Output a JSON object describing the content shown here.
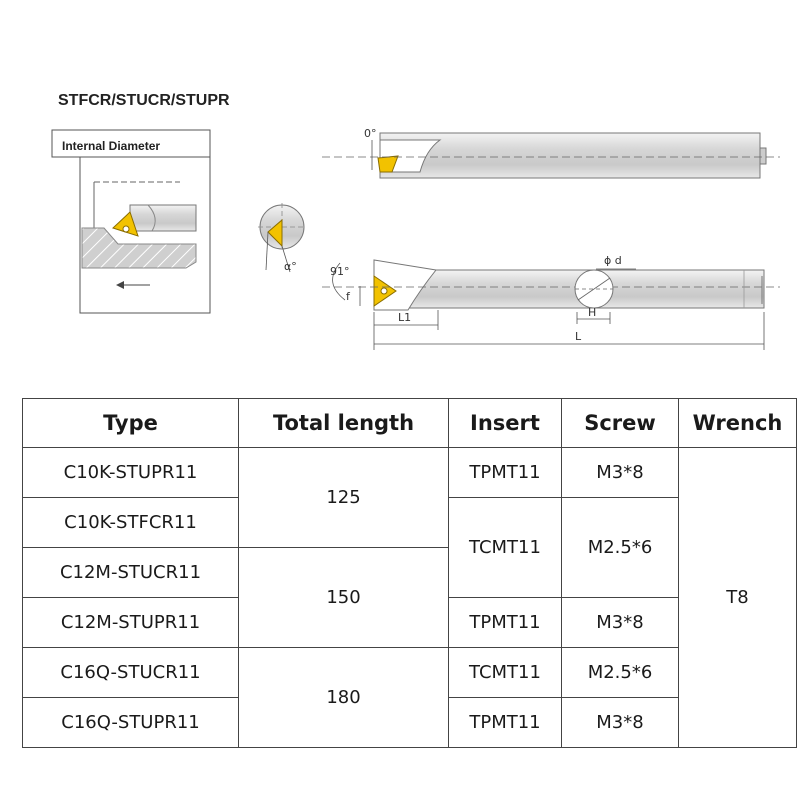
{
  "heading": "STFCR/STUCR/STUPR",
  "diagram": {
    "inset_label": "Internal Diameter",
    "angle_top": "0°",
    "angle_main": "91°",
    "phi_d": "ϕ d",
    "f": "f",
    "h": "H",
    "l1": "L1",
    "l": "L",
    "alpha": "α°",
    "colors": {
      "insert": "#f2c200",
      "bar": "#dcdcdc",
      "line": "#555555"
    }
  },
  "table": {
    "headers": [
      "Type",
      "Total length",
      "Insert",
      "Screw",
      "Wrench"
    ],
    "rows": [
      {
        "type": "C10K-STUPR11",
        "insert": "TPMT11",
        "screw": "M3*8"
      },
      {
        "type": "C10K-STFCR11",
        "insert": "TCMT11",
        "screw": "M2.5*6"
      },
      {
        "type": "C12M-STUCR11"
      },
      {
        "type": "C12M-STUPR11",
        "insert": "TPMT11",
        "screw": "M3*8"
      },
      {
        "type": "C16Q-STUCR11",
        "insert": "TCMT11",
        "screw": "M2.5*6"
      },
      {
        "type": "C16Q-STUPR11",
        "insert": "TPMT11",
        "screw": "M3*8"
      }
    ],
    "lengths": [
      "125",
      "150",
      "180"
    ],
    "wrench": "T8"
  }
}
